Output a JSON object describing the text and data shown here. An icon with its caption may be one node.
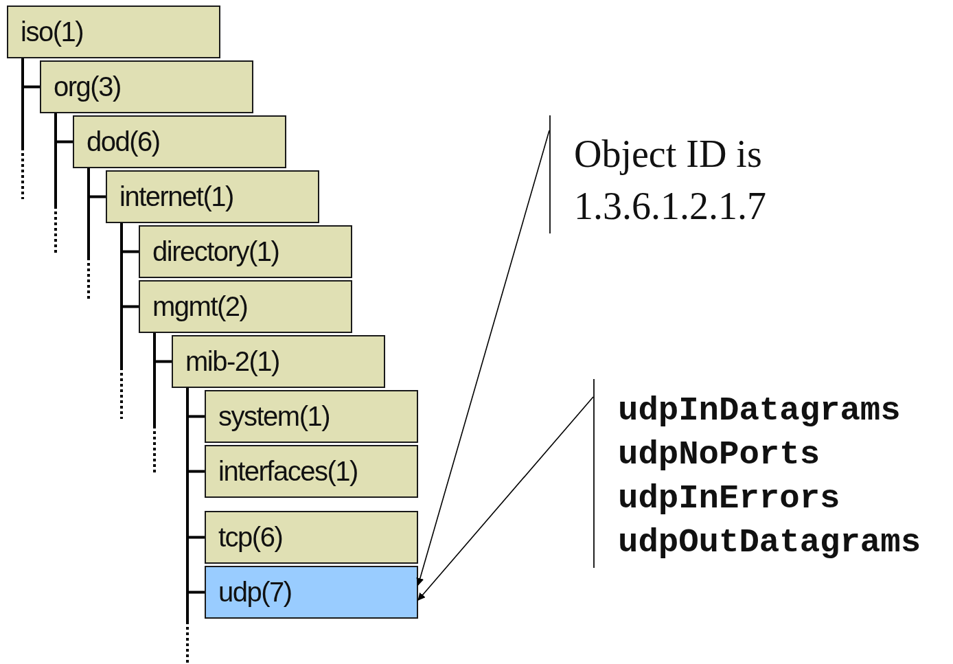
{
  "diagram": {
    "nodes": [
      {
        "text": [
          "iso(1)"
        ]
      },
      {
        "text": [
          "org(3)"
        ]
      },
      {
        "text": [
          "dod(6)"
        ]
      },
      {
        "text": [
          "internet(1)"
        ]
      },
      {
        "text": [
          "directory(1)"
        ]
      },
      {
        "text": [
          "mgmt(2)"
        ]
      },
      {
        "text": [
          "mib-2(1)"
        ]
      },
      {
        "text": [
          "system(1)"
        ]
      },
      {
        "text": [
          "interfaces(1)"
        ]
      },
      {
        "text": [
          "tcp(6)"
        ]
      },
      {
        "text": [
          "udp(7)"
        ]
      },
      {
        "text": [
          "Object ID is 1.3.6.1.2.1.7"
        ]
      },
      {
        "text": [
          "udpInDatagrams",
          "udpNoPorts",
          "udpInErrors",
          "udpOutDatagrams"
        ]
      }
    ],
    "edges": [
      {
        "from": 0,
        "to": 1,
        "arrow": "none"
      },
      {
        "from": 1,
        "to": 2,
        "arrow": "none"
      },
      {
        "from": 2,
        "to": 3,
        "arrow": "none"
      },
      {
        "from": 3,
        "to": 4,
        "arrow": "none"
      },
      {
        "from": 3,
        "to": 5,
        "arrow": "none"
      },
      {
        "from": 5,
        "to": 6,
        "arrow": "none"
      },
      {
        "from": 6,
        "to": 7,
        "arrow": "none"
      },
      {
        "from": 6,
        "to": 8,
        "arrow": "none"
      },
      {
        "from": 6,
        "to": 9,
        "arrow": "none"
      },
      {
        "from": 6,
        "to": 10,
        "arrow": "none"
      },
      {
        "from": 11,
        "to": 10,
        "arrow": "to"
      },
      {
        "from": 12,
        "to": 10,
        "arrow": "to"
      }
    ]
  }
}
